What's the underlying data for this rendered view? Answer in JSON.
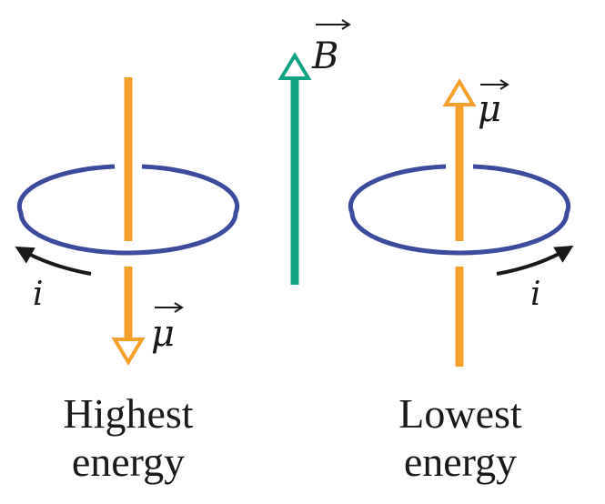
{
  "symbols": {
    "field": "B",
    "moment": "μ",
    "current": "i"
  },
  "captions": {
    "left_line1": "Highest",
    "left_line2": "energy",
    "right_line1": "Lowest",
    "right_line2": "energy"
  },
  "colors": {
    "moment_arrow": "#f5a02a",
    "field_arrow": "#14a383",
    "loop": "#3d4b9c",
    "current_arrow": "#1a1a1a",
    "text": "#1a1a1a"
  }
}
